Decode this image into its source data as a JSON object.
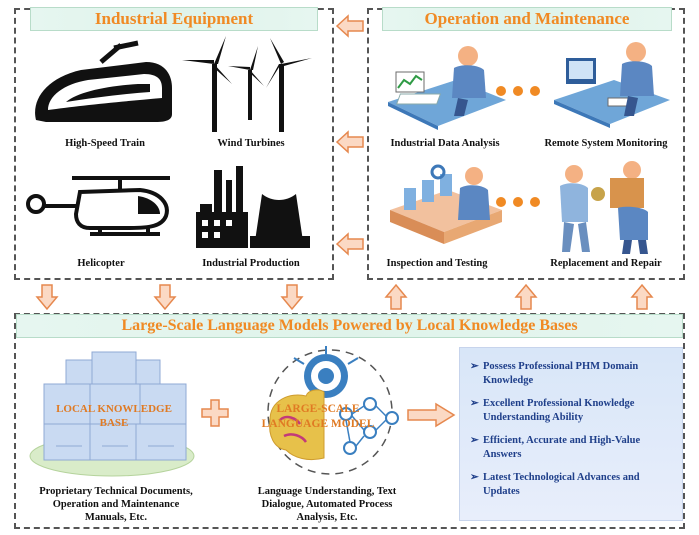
{
  "panels": {
    "equipment": {
      "title": "Industrial Equipment",
      "items": [
        "High-Speed Train",
        "Wind Turbines",
        "Helicopter",
        "Industrial Production"
      ]
    },
    "operation": {
      "title": "Operation and Maintenance",
      "items": [
        "Industrial Data Analysis",
        "Remote System Monitoring",
        "Inspection and Testing",
        "Replacement and Repair"
      ]
    },
    "llm": {
      "title": "Large-Scale Language Models Powered by Local Knowledge Bases",
      "kb_label_line1": "LOCAL KNOWLEDGE",
      "kb_label_line2": "BASE",
      "llm_label_line1": "LARGE-SCALE",
      "llm_label_line2": "LANGUAGE MODEL",
      "kb_caption": [
        "Proprietary Technical Documents,",
        "Operation and Maintenance",
        "Manuals, Etc."
      ],
      "llm_caption": [
        "Language Understanding, Text",
        "Dialogue, Automated Process",
        "Analysis, Etc."
      ],
      "benefits": [
        "Possess Professional PHM Domain Knowledge",
        "Excellent Professional Knowledge Understanding Ability",
        "Efficient, Accurate and High-Value Answers",
        "Latest Technological Advances and Updates"
      ]
    }
  },
  "colors": {
    "accent": "#f08a24",
    "arrow_fill": "#fbd9c4",
    "arrow_stroke": "#e6884e",
    "bullet_text": "#1f3f8a"
  }
}
